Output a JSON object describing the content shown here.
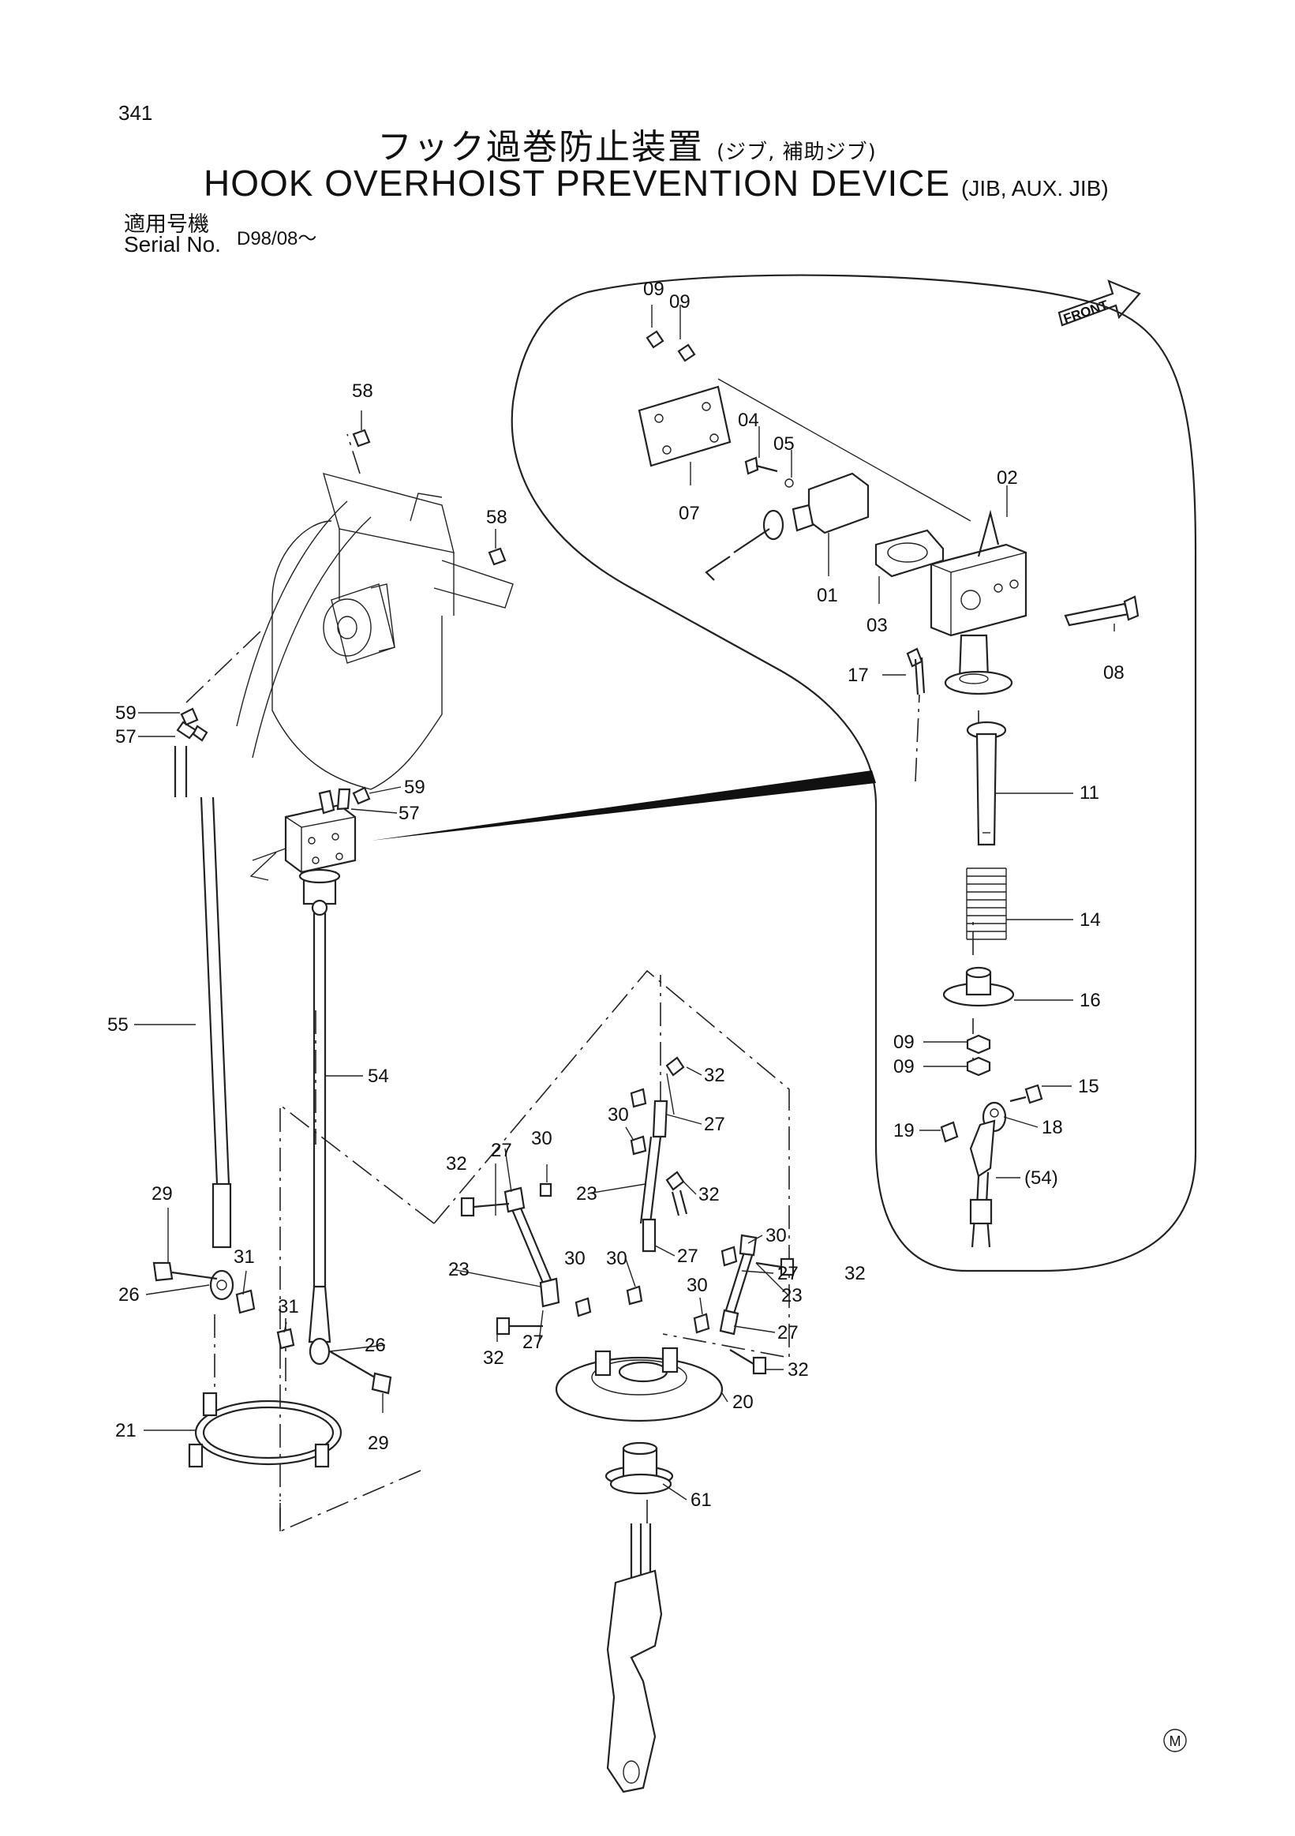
{
  "page": {
    "number": "341",
    "title_jp": "フック過巻防止装置",
    "title_jp_sub": "(ジブ, 補助ジブ)",
    "title_en": "HOOK OVERHOIST PREVENTION DEVICE",
    "title_en_sub": "(JIB, AUX. JIB)",
    "serial_label_jp": "適用号機",
    "serial_label_en": "Serial No.",
    "serial_value": "D98/08～",
    "front_label": "FRONT",
    "mark": "M"
  },
  "parts": {
    "p01": "01",
    "p02": "02",
    "p03": "03",
    "p04": "04",
    "p05": "05",
    "p07": "07",
    "p08": "08",
    "p09a": "09",
    "p09b": "09",
    "p09c": "09",
    "p09d": "09",
    "p11": "11",
    "p14": "14",
    "p15": "15",
    "p16": "16",
    "p17": "17",
    "p18": "18",
    "p19": "19",
    "p20": "20",
    "p21": "21",
    "p23a": "23",
    "p23b": "23",
    "p23c": "23",
    "p26a": "26",
    "p26b": "26",
    "p27a": "27",
    "p27b": "27",
    "p27c": "27",
    "p27d": "27",
    "p27e": "27",
    "p27f": "27",
    "p29a": "29",
    "p29b": "29",
    "p30a": "30",
    "p30b": "30",
    "p30c": "30",
    "p30d": "30",
    "p30e": "30",
    "p30f": "30",
    "p31a": "31",
    "p31b": "31",
    "p32a": "32",
    "p32b": "32",
    "p32c": "32",
    "p32d": "32",
    "p32e": "32",
    "p32f": "32",
    "p54": "54",
    "p54ref": "(54)",
    "p55": "55",
    "p57a": "57",
    "p57b": "57",
    "p58a": "58",
    "p58b": "58",
    "p59a": "59",
    "p59b": "59",
    "p61": "61"
  }
}
